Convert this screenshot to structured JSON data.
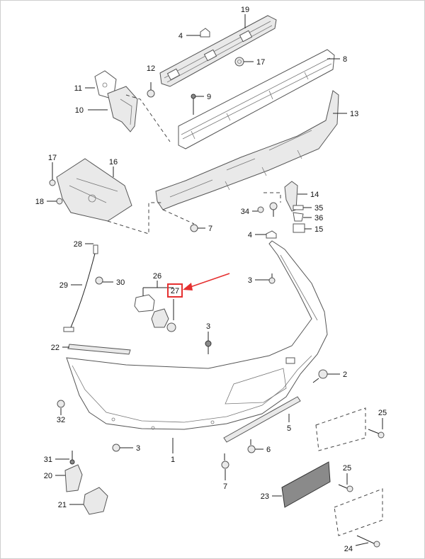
{
  "diagram": {
    "highlighted_part": "27",
    "highlight_color": "#e53030",
    "labels": {
      "p1": "1",
      "p2": "2",
      "p3a": "3",
      "p3b": "3",
      "p3c": "3",
      "p4a": "4",
      "p4b": "4",
      "p5": "5",
      "p6": "6",
      "p7a": "7",
      "p7b": "7",
      "p8": "8",
      "p9": "9",
      "p10": "10",
      "p11": "11",
      "p12": "12",
      "p13": "13",
      "p14": "14",
      "p15": "15",
      "p16": "16",
      "p17a": "17",
      "p17b": "17",
      "p18": "18",
      "p19": "19",
      "p20": "20",
      "p21": "21",
      "p22": "22",
      "p23": "23",
      "p24": "24",
      "p25a": "25",
      "p25b": "25",
      "p26": "26",
      "p27": "27",
      "p28": "28",
      "p29": "29",
      "p30": "30",
      "p31": "31",
      "p32": "32",
      "p34": "34",
      "p35": "35",
      "p36": "36"
    }
  }
}
